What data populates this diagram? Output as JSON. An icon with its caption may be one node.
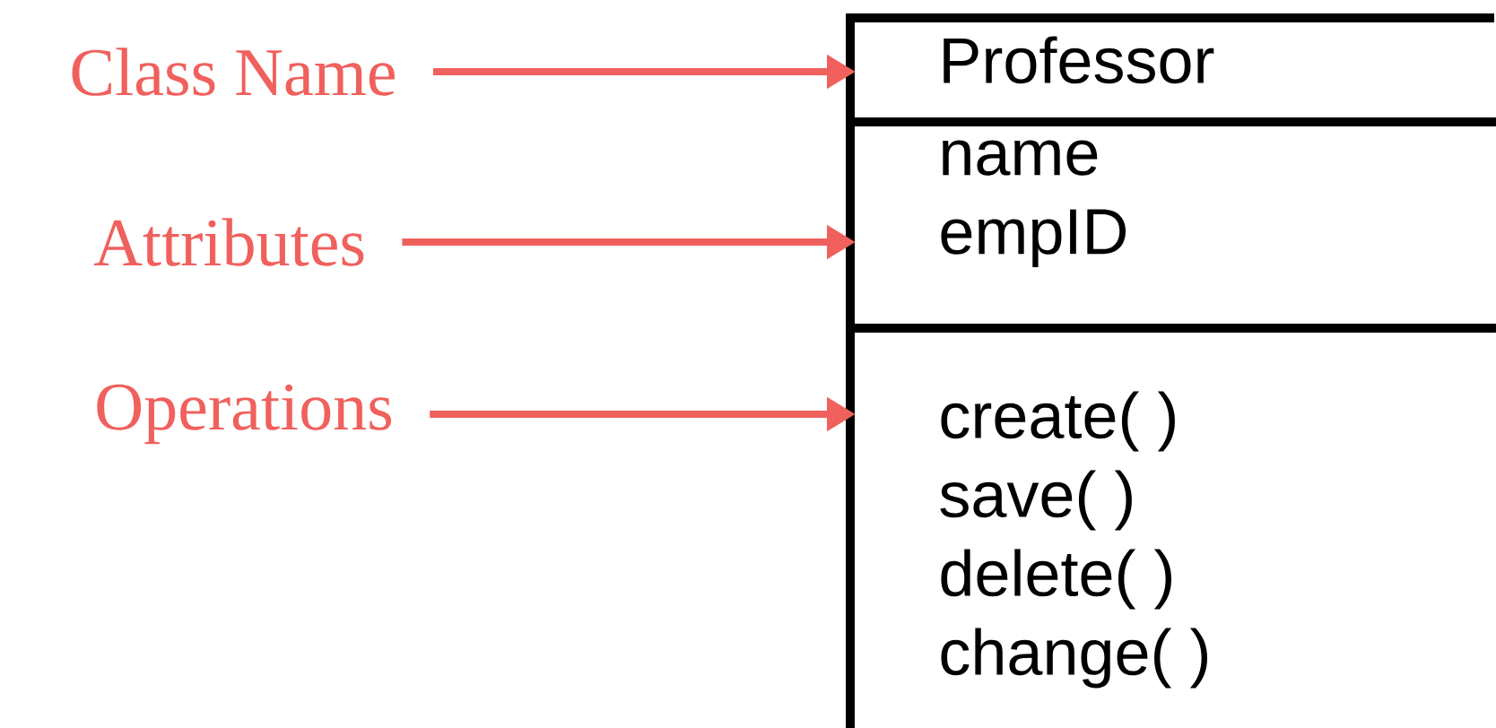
{
  "diagram": {
    "nodes": [
      {
        "text": [
          "Class Name"
        ]
      },
      {
        "text": [
          "Attributes"
        ]
      },
      {
        "text": [
          "Operations"
        ]
      },
      {
        "text": [],
        "shape": "box"
      },
      {
        "text": [
          "Professor"
        ],
        "in": 3
      },
      {
        "text": [
          "name",
          "empID"
        ],
        "in": 3
      },
      {
        "text": [
          "create( )",
          "save( )",
          "delete( )",
          "change( )"
        ],
        "in": 3
      }
    ],
    "edges": [
      {
        "from": 0,
        "to": 4,
        "arrow": "to"
      },
      {
        "from": 1,
        "to": 5,
        "arrow": "to"
      },
      {
        "from": 2,
        "to": 6,
        "arrow": "to"
      }
    ]
  }
}
